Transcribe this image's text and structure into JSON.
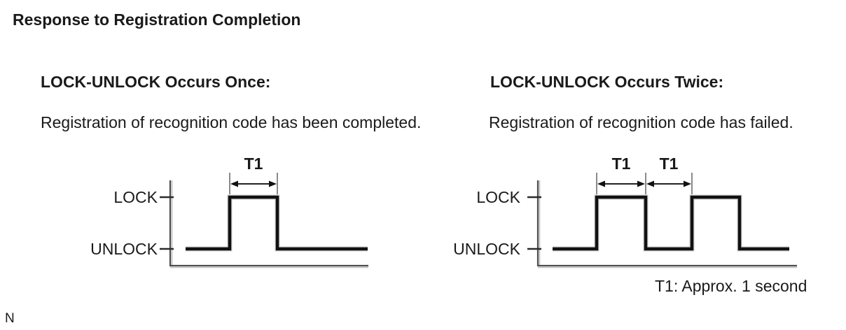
{
  "page": {
    "title": "Response to Registration Completion",
    "corner_mark": "N",
    "background": "#ffffff"
  },
  "colors": {
    "text": "#1a1a1a",
    "waveform": "#111111",
    "axis": "#4d4d4d",
    "extension_lines": "#8a8a8a"
  },
  "panels": [
    {
      "heading": "LOCK-UNLOCK Occurs Once:",
      "description": "Registration of recognition code has been completed.",
      "diagram": {
        "type": "timing-waveform",
        "high_label": "LOCK",
        "low_label": "UNLOCK",
        "pulse_count": 1,
        "sequence": [
          "UNLOCK",
          "LOCK",
          "UNLOCK"
        ],
        "intervals": [
          "T1"
        ]
      }
    },
    {
      "heading": "LOCK-UNLOCK Occurs Twice:",
      "description": "Registration of recognition code has failed.",
      "note": "T1: Approx. 1 second",
      "diagram": {
        "type": "timing-waveform",
        "high_label": "LOCK",
        "low_label": "UNLOCK",
        "pulse_count": 2,
        "sequence": [
          "UNLOCK",
          "LOCK",
          "UNLOCK",
          "LOCK",
          "UNLOCK"
        ],
        "intervals": [
          "T1",
          "T1"
        ]
      }
    }
  ]
}
